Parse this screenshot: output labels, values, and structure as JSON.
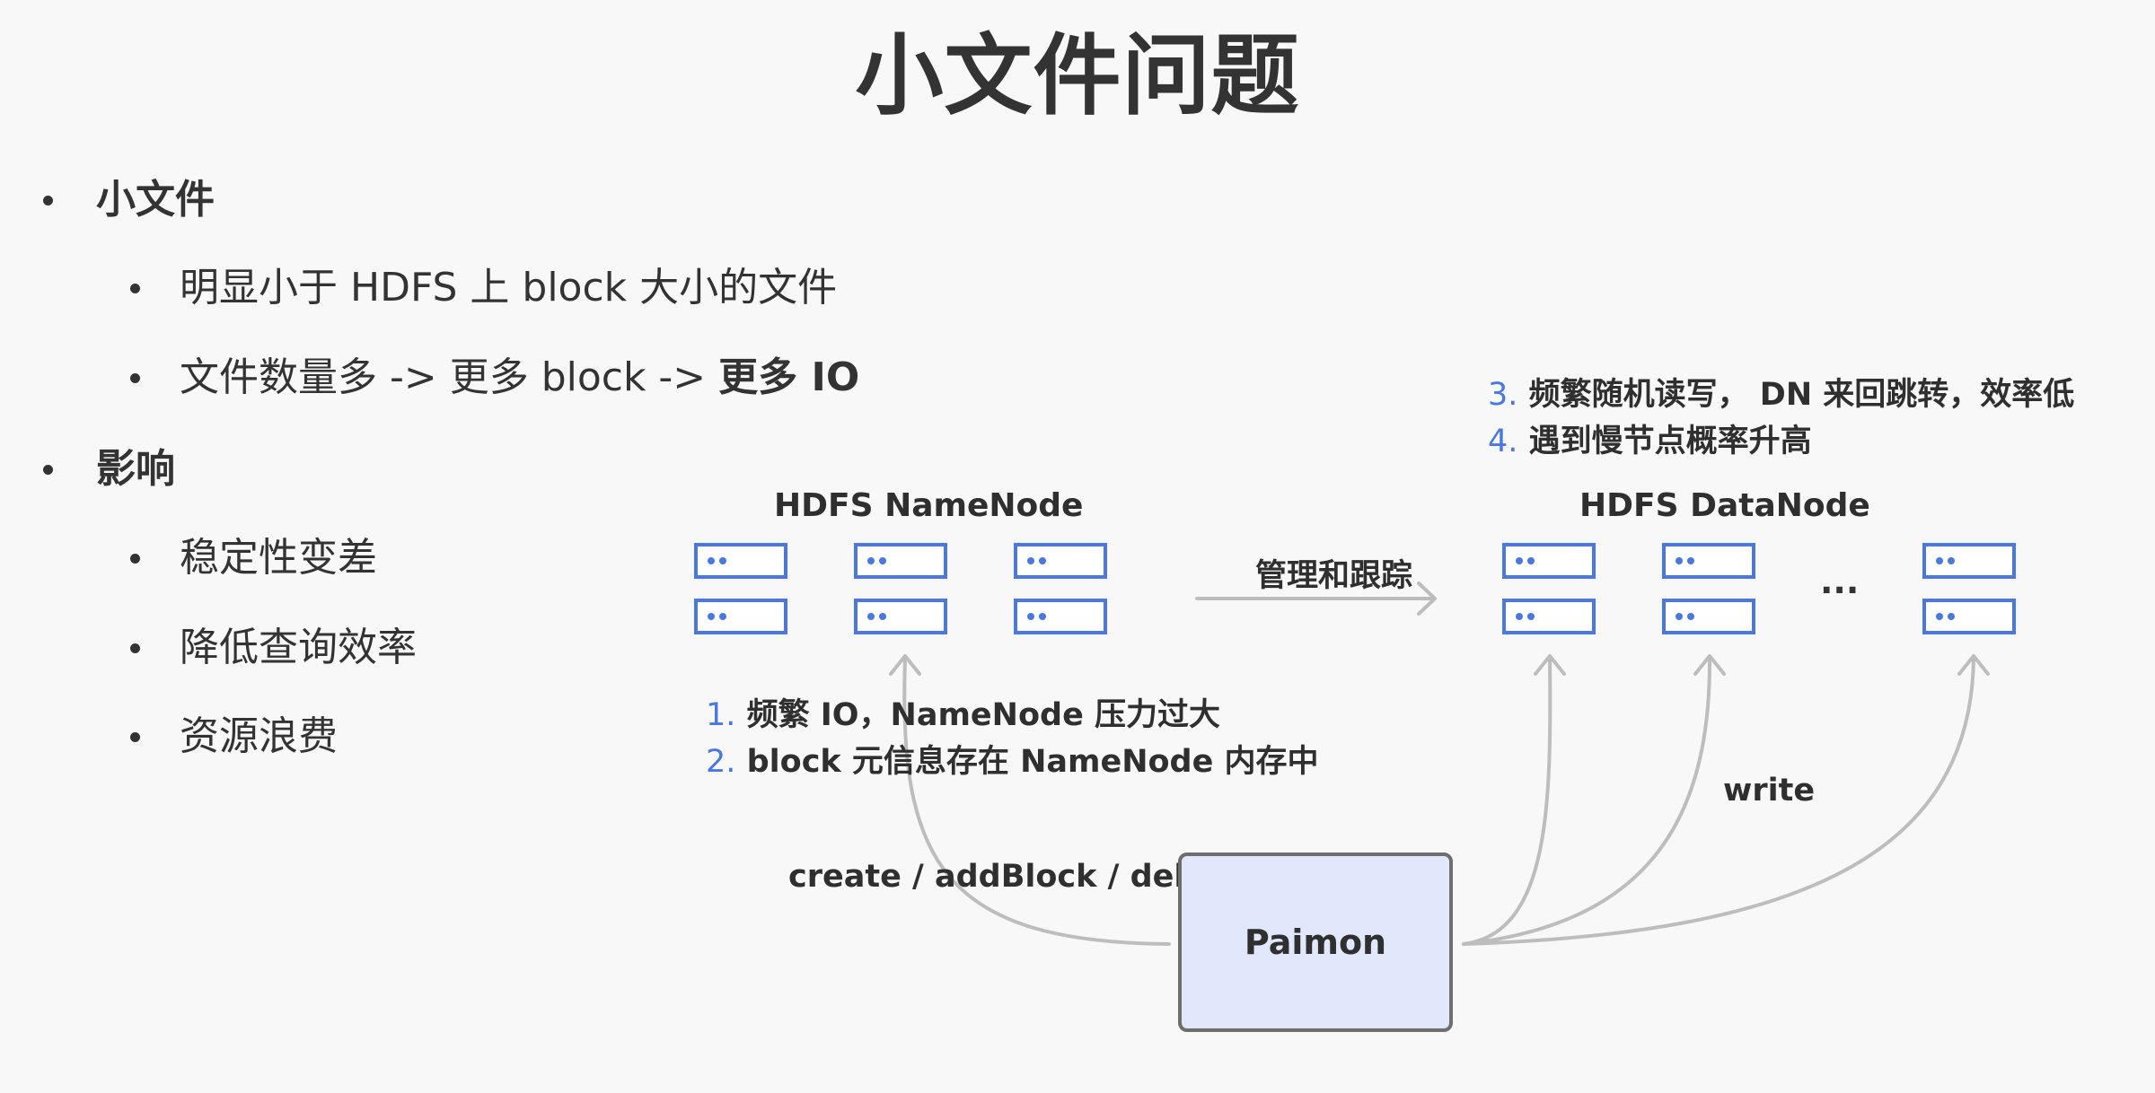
{
  "title": "小文件问题",
  "bullets": {
    "small_file": {
      "label": "小文件",
      "sub1": "明显小于 HDFS 上 block 大小的文件",
      "sub2_prefix": "文件数量多 -> 更多 block -> ",
      "sub2_bold": "更多 IO"
    },
    "impact": {
      "label": "影响",
      "items": [
        "稳定性变差",
        "降低查询效率",
        "资源浪费"
      ]
    }
  },
  "diagram": {
    "namenode_label": "HDFS NameNode",
    "datanode_label": "HDFS DataNode",
    "manage_label": "管理和跟踪",
    "ellipsis": "...",
    "create_label": "create / addBlock / delete",
    "write_label": "write",
    "paimon_label": "Paimon",
    "namenode_notes": [
      {
        "num": "1.",
        "text": "频繁 IO，NameNode 压力过大"
      },
      {
        "num": "2.",
        "text": "block 元信息存在 NameNode 内存中"
      }
    ],
    "datanode_notes": [
      {
        "num": "3.",
        "text": "频繁随机读写， DN 来回跳转，效率低"
      },
      {
        "num": "4.",
        "text": "遇到慢节点概率升高"
      }
    ]
  },
  "colors": {
    "accent_blue": "#4a78e0",
    "paimon_fill": "#e1e8fb",
    "arrow_gray": "#bdbdbd",
    "text": "#333333"
  }
}
